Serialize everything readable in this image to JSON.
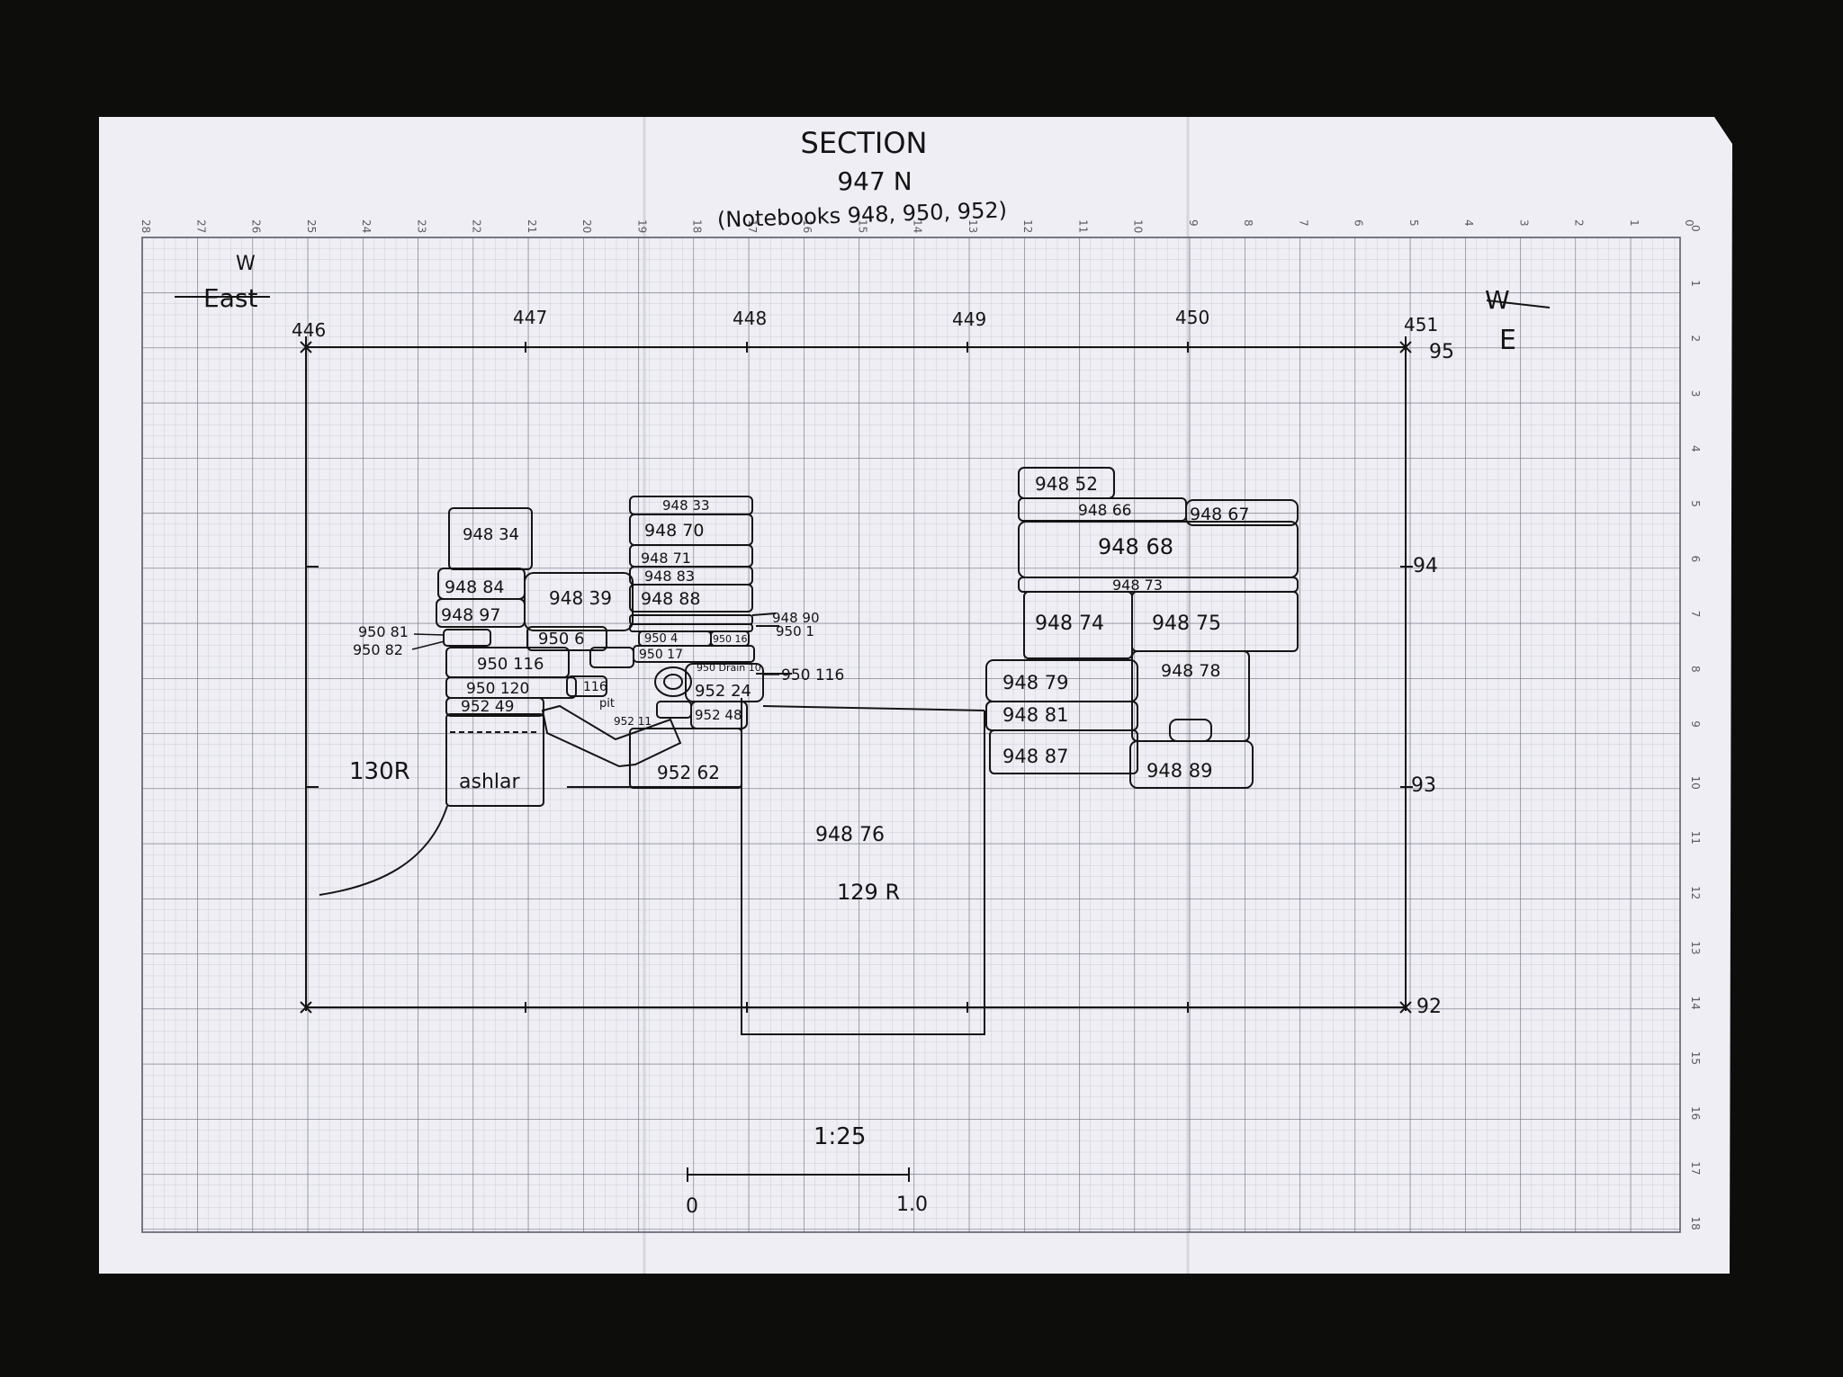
{
  "header": {
    "title": "SECTION",
    "subtitle": "947 N",
    "notebooks": "(Notebooks 948, 950, 952)"
  },
  "orientation": {
    "left_top": "W",
    "left_bottom": "East",
    "right_top": "W",
    "right_bottom": "E"
  },
  "ruler_top": [
    "28",
    "27",
    "26",
    "25",
    "24",
    "23",
    "22",
    "21",
    "20",
    "19",
    "18",
    "17",
    "16",
    "15",
    "14",
    "13",
    "12",
    "11",
    "10",
    "9",
    "8",
    "7",
    "6",
    "5",
    "4",
    "3",
    "2",
    "1",
    "0"
  ],
  "ruler_right": [
    "0",
    "1",
    "2",
    "3",
    "4",
    "5",
    "6",
    "7",
    "8",
    "9",
    "10",
    "11",
    "12",
    "13",
    "14",
    "15",
    "16",
    "17",
    "18"
  ],
  "grid_easting": [
    "446",
    "447",
    "448",
    "449",
    "450",
    "451"
  ],
  "grid_elevation": [
    "95",
    "94",
    "93",
    "92"
  ],
  "deposits": {
    "d_130r": "130R",
    "d_ashlar": "ashlar",
    "d_948_34": "948 34",
    "d_948_84": "948 84",
    "d_948_97": "948 97",
    "d_948_39": "948 39",
    "d_950_81": "950 81",
    "d_950_82": "950 82",
    "d_950_116": "950 116",
    "d_950_6": "950 6",
    "d_950_120": "950 120",
    "d_952_49": "952 49",
    "d_948_33": "948 33",
    "d_948_70": "948 70",
    "d_948_71": "948 71",
    "d_948_83": "948 83",
    "d_948_88": "948 88",
    "d_948_90": "948 90",
    "d_950_1": "950 1",
    "d_950_4": "950 4",
    "d_950_16": "950 16",
    "d_950_17": "950 17",
    "d_950_drain": "950 Drain 10",
    "d_950_116_callout": "950 116",
    "d_952_24": "952 24",
    "d_952_48": "952 48",
    "d_952_11": "952 11",
    "d_116": "116",
    "d_pit": "pit",
    "d_952_62": "952 62",
    "d_948_76": "948 76",
    "d_129r": "129 R",
    "d_948_52": "948 52",
    "d_948_66": "948 66",
    "d_948_67": "948 67",
    "d_948_68": "948 68",
    "d_948_73": "948 73",
    "d_948_74": "948 74",
    "d_948_75": "948 75",
    "d_948_79": "948 79",
    "d_948_78": "948 78",
    "d_948_81": "948 81",
    "d_948_87": "948 87",
    "d_948_89": "948 89"
  },
  "scale": {
    "ratio": "1:25",
    "start": "0",
    "end": "1.0"
  },
  "colors": {
    "background": "#0d0d0c",
    "paper": "#eeeef4",
    "grid_minor": "#b6b7c4",
    "grid_major": "#6f7080",
    "ink": "#141414"
  }
}
